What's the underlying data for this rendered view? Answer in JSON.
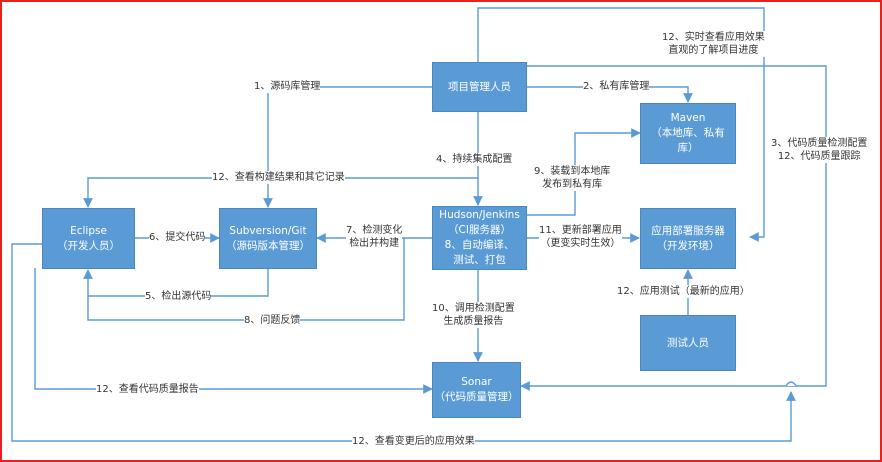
{
  "nodes": {
    "pm": "项目管理人员",
    "maven": [
      "Maven",
      "（本地库、私有",
      "库）"
    ],
    "eclipse": [
      "Eclipse",
      "（开发人员）"
    ],
    "svn": [
      "Subversion/Git",
      "（源码版本管理）"
    ],
    "hudson": [
      "Hudson/Jenkins",
      "（CI服务器）",
      "8、自动编译、",
      "测试、打包"
    ],
    "appserver": [
      "应用部署服务器",
      "（开发环境）"
    ],
    "tester": "测试人员",
    "sonar": [
      "Sonar",
      "（代码质量管理）"
    ]
  },
  "labels": {
    "l1": "1、源码库管理",
    "l2": "2、私有库管理",
    "l3": [
      "3、代码质量检测配置",
      "12、代码质量跟踪"
    ],
    "l4": "4、持续集成配置",
    "l5": "5、检出源代码",
    "l6": "6、提交代码",
    "l7": [
      "7、检测变化",
      "检出并构建"
    ],
    "l8": "8、问题反馈",
    "l9": [
      "9、装载到本地库",
      "发布到私有库"
    ],
    "l10": [
      "10、调用检测配置",
      "生成质量报告"
    ],
    "l11": [
      "11、更新部署应用",
      "（更变实时生效）"
    ],
    "l12_top": [
      "12、实时查看应用效果",
      "直观的了解项目进度"
    ],
    "l12_build": "12、查看构建结果和其它记录",
    "l12_test": "12、应用测试（最新的应用）",
    "l12_quality": "12、查看代码质量报告",
    "l12_bottom": "12、查看变更后的应用效果"
  },
  "colors": {
    "node_fill": "#5b9bd5",
    "line": "#5b9bd5",
    "frame": "#e8201e"
  }
}
